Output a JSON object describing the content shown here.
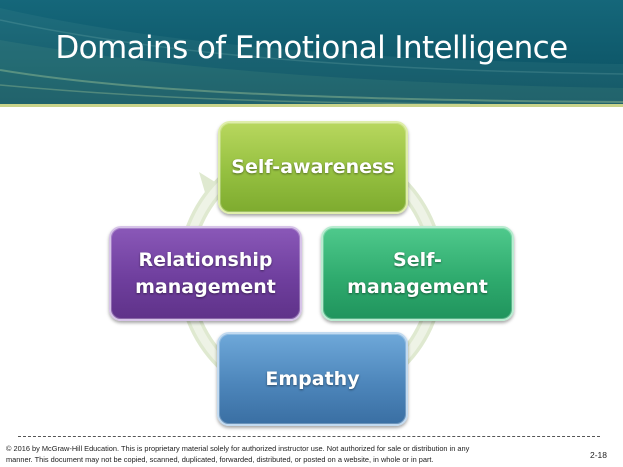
{
  "slide": {
    "title": "Domains of Emotional Intelligence",
    "theme_colors": {
      "header": "#0f5a6c",
      "header_stripe": "#c9d38a",
      "cycle_ring": "#e4edd6"
    }
  },
  "diagram": {
    "type": "cycle",
    "nodes": [
      {
        "id": "self-awareness",
        "label": "Self-awareness",
        "color": "#95c040"
      },
      {
        "id": "self-management",
        "label": "Self-\nmanagement",
        "color": "#2fab6e"
      },
      {
        "id": "empathy",
        "label": "Empathy",
        "color": "#4d86bb"
      },
      {
        "id": "relationship-management",
        "label": "Relationship\nmanagement",
        "color": "#6f3f9e"
      }
    ],
    "direction": "clockwise"
  },
  "footer": {
    "copyright_line1": "© 2016 by McGraw-Hill Education. This is proprietary material solely for authorized instructor use. Not authorized for sale or distribution in any",
    "copyright_line2": "manner. This document may not be copied, scanned, duplicated, forwarded, distributed, or posted on a website, in whole or in part.",
    "page_number": "2-18"
  }
}
